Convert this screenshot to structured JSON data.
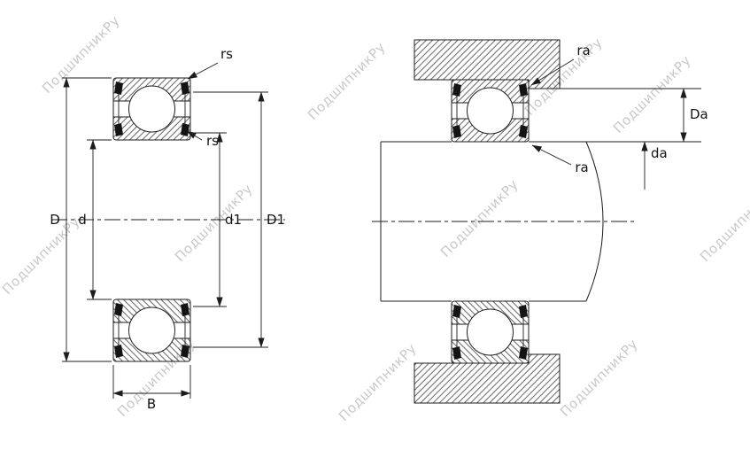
{
  "watermark": {
    "text": "ПодшипникРу",
    "color": "#c9c9c9"
  },
  "colors": {
    "line": "#1c1c1c",
    "background": "#ffffff"
  },
  "section_view": {
    "labels": {
      "chamfer_outer": "rs",
      "chamfer_inner": "rs",
      "outer_diameter": "D",
      "bore_diameter": "d",
      "inner_shoulder_diameter": "d1",
      "outer_shoulder_diameter": "D1",
      "width": "B"
    }
  },
  "mounting_view": {
    "labels": {
      "housing_fillet": "ra",
      "shaft_fillet": "ra",
      "housing_shoulder_diameter": "Da",
      "shaft_shoulder_diameter": "da"
    }
  }
}
